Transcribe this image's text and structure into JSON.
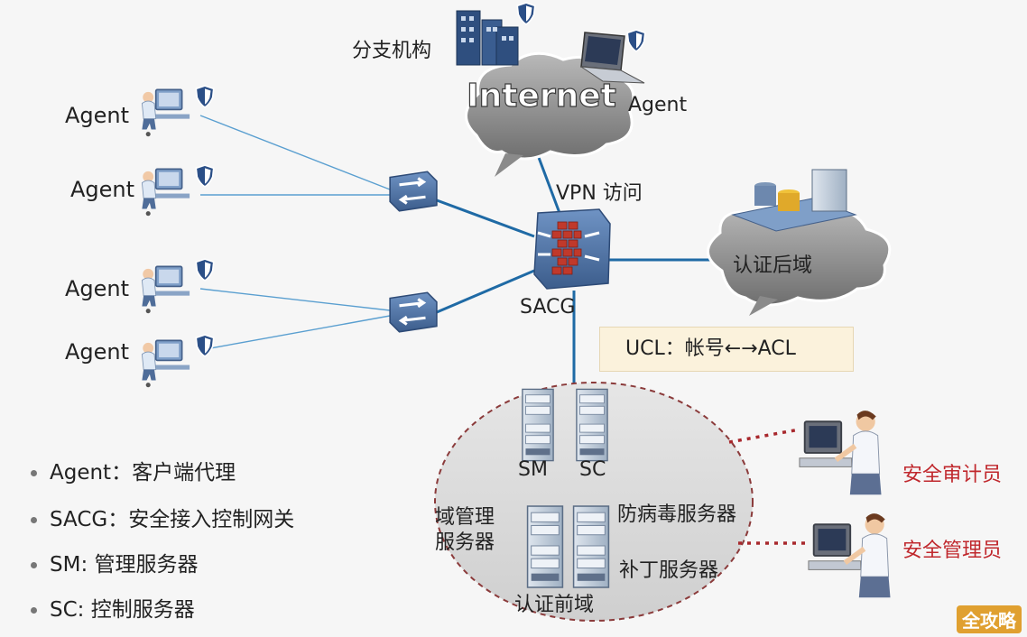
{
  "branch_label": "分支机构",
  "internet_label": "Internet",
  "remote_agent_label": "Agent",
  "vpn_label": "VPN 访问",
  "sacg_label": "SACG",
  "auth_domain_label": "认证后域",
  "left_agents": [
    "Agent",
    "Agent",
    "Agent",
    "Agent"
  ],
  "ucl_text": "UCL：帐号←→ACL",
  "pre_auth": {
    "sm_label": "SM",
    "sc_label": "SC",
    "domain_mgmt_label": "域管理\n服务器",
    "antivirus_label": "防病毒服务器",
    "patch_label": "补丁服务器",
    "pre_domain_label": "认证前域"
  },
  "roles": {
    "auditor": "安全审计员",
    "admin": "安全管理员"
  },
  "legend": [
    "Agent：客户端代理",
    "SACG：安全接入控制网关",
    "SM: 管理服务器",
    "SC: 控制服务器"
  ],
  "watermark": "全攻略",
  "colors": {
    "link": "#1f6aa5",
    "device_blue": "#4f75a8",
    "firewall_red": "#c0392b",
    "cloud_gray": "#8a8a8a",
    "role_red": "#c0282d",
    "ucl_bg": "#fbf2dc"
  },
  "icons": {
    "switch": "switch-icon",
    "firewall": "firewall-icon",
    "workstation": "workstation-icon",
    "server": "server-icon",
    "cloud": "cloud-icon",
    "shield": "shield-icon",
    "laptop": "laptop-icon",
    "office_building": "office-building-icon"
  }
}
